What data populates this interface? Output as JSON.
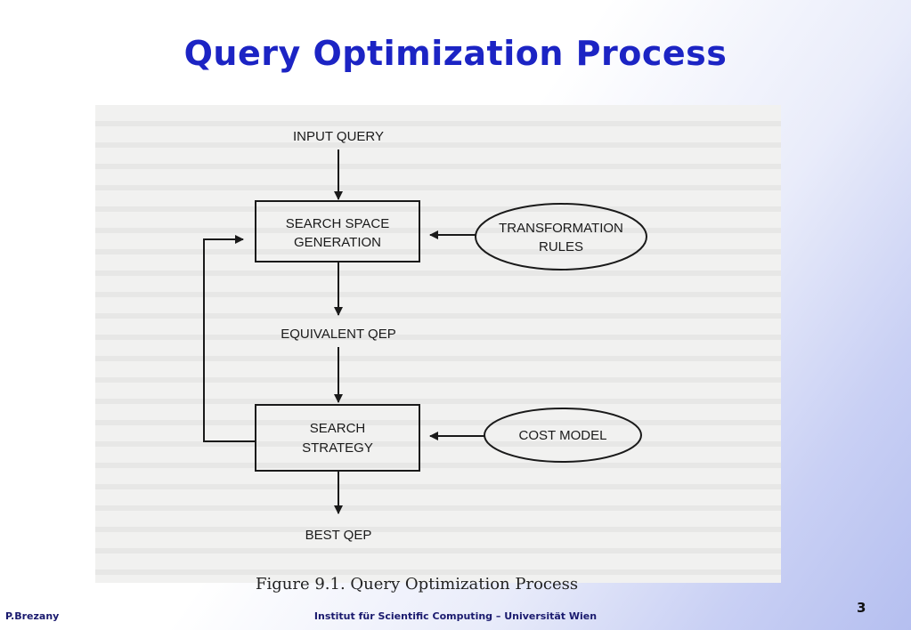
{
  "slide": {
    "title": "Query Optimization Process",
    "footer_left": "P.Brezany",
    "footer_center": "Institut für Scientific Computing – Universität Wien",
    "page_number": "3"
  },
  "diagram": {
    "input": "INPUT QUERY",
    "search_space_line1": "SEARCH SPACE",
    "search_space_line2": "GENERATION",
    "transformation_line1": "TRANSFORMATION",
    "transformation_line2": "RULES",
    "equivalent": "EQUIVALENT QEP",
    "strategy_line1": "SEARCH",
    "strategy_line2": "STRATEGY",
    "cost_model": "COST MODEL",
    "best": "BEST QEP"
  },
  "figure_caption": "Figure 9.1. Query Optimization Process"
}
